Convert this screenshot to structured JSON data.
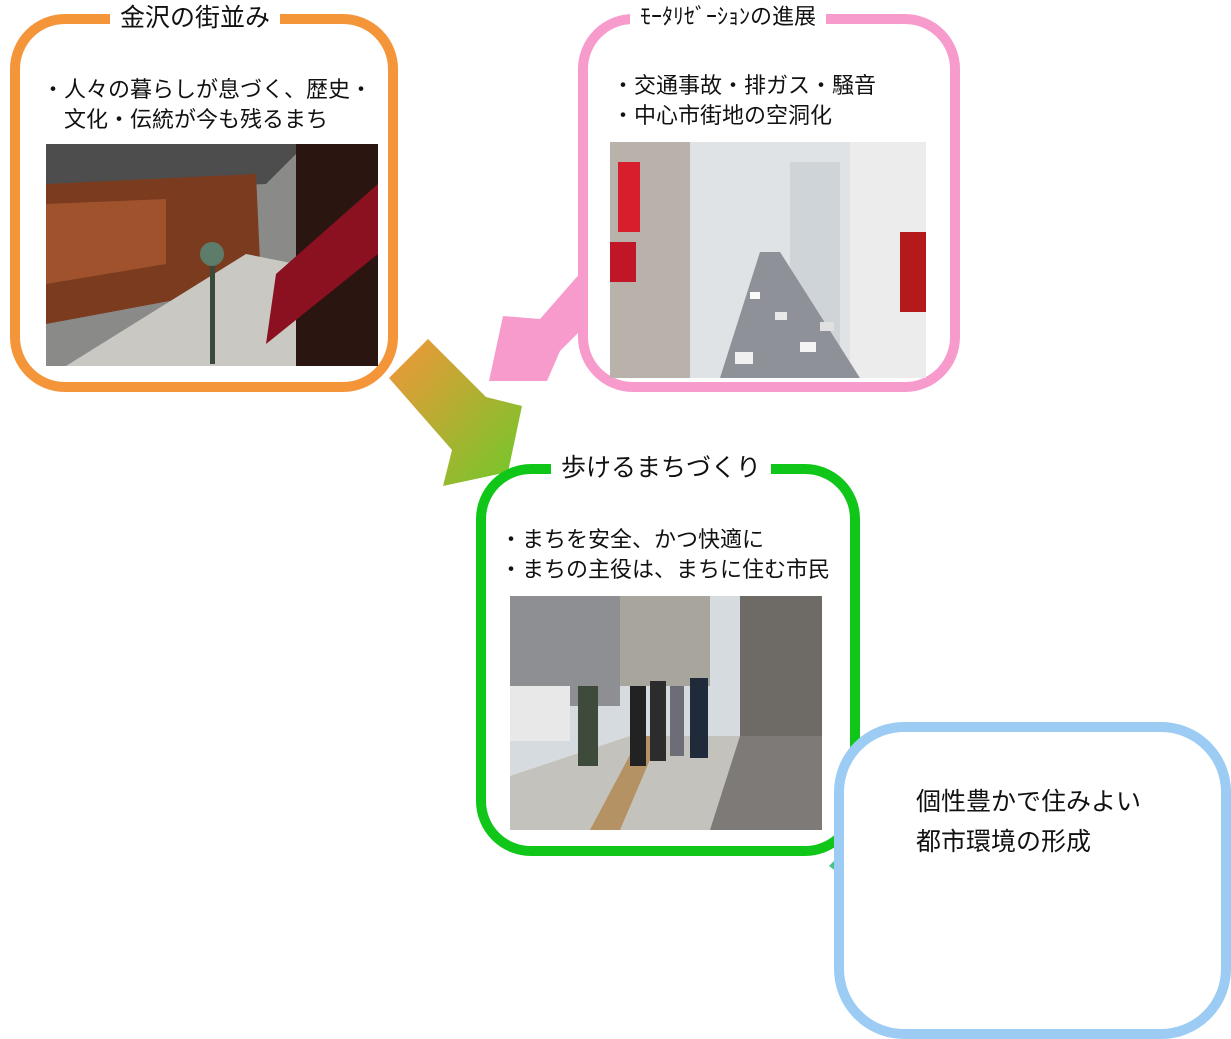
{
  "boxes": {
    "townscape": {
      "title": "金沢の街並み",
      "bullets": [
        "・人々の暮らしが息づく、歴史・",
        "　文化・伝統が今も残るまち"
      ]
    },
    "motorization": {
      "title": "ﾓｰﾀﾘｾﾞｰｼｮﾝの進展",
      "bullets": [
        "・交通事故・排ガス・騒音",
        "・中心市街地の空洞化"
      ]
    },
    "walkable": {
      "title": "歩けるまちづくり",
      "bullets": [
        "・まちを安全、かつ快適に",
        "・まちの主役は、まちに住む市民"
      ]
    },
    "goal": {
      "lines": [
        "個性豊かで住みよい",
        "都市環境の形成"
      ]
    }
  },
  "colors": {
    "orange": "#f4953a",
    "pink": "#f79bcd",
    "green": "#10c618",
    "blue": "#9ccbf3"
  }
}
